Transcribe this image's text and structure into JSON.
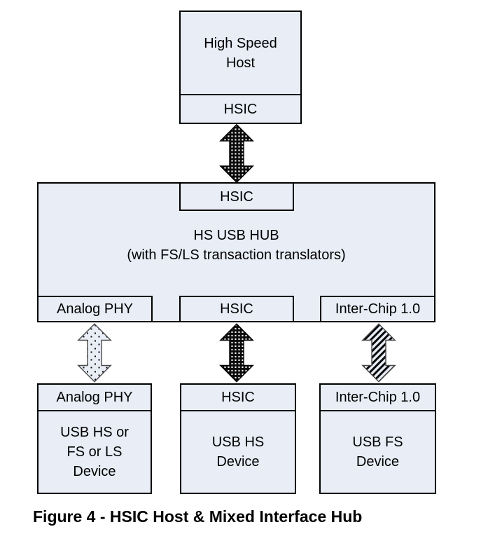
{
  "theme": {
    "background": "#ffffff",
    "box_fill": "#e8edf6",
    "border_color": "#000000",
    "text_color": "#000000",
    "dark_pattern_color": "#0b0b0b"
  },
  "host_box": {
    "title": "High Speed\nHost",
    "port": "HSIC"
  },
  "hub_box": {
    "top_port": "HSIC",
    "title": "HS USB HUB\n(with FS/LS transaction translators)",
    "bottom_ports": [
      "Analog PHY",
      "HSIC",
      "Inter-Chip 1.0"
    ]
  },
  "devices": [
    {
      "port": "Analog PHY",
      "label": "USB HS or\nFS or LS\nDevice"
    },
    {
      "port": "HSIC",
      "label": "USB HS\nDevice"
    },
    {
      "port": "Inter-Chip 1.0",
      "label": "USB FS\nDevice"
    }
  ],
  "links": [
    {
      "name": "host-to-hub-hsic",
      "pattern": "dark-dots"
    },
    {
      "name": "hub-to-analog-phy-device",
      "pattern": "sparse-dots"
    },
    {
      "name": "hub-to-hsic-device",
      "pattern": "dark-dots"
    },
    {
      "name": "hub-to-interchip-device",
      "pattern": "diagonal-stripes"
    }
  ],
  "caption": "Figure 4 - HSIC Host & Mixed Interface Hub"
}
